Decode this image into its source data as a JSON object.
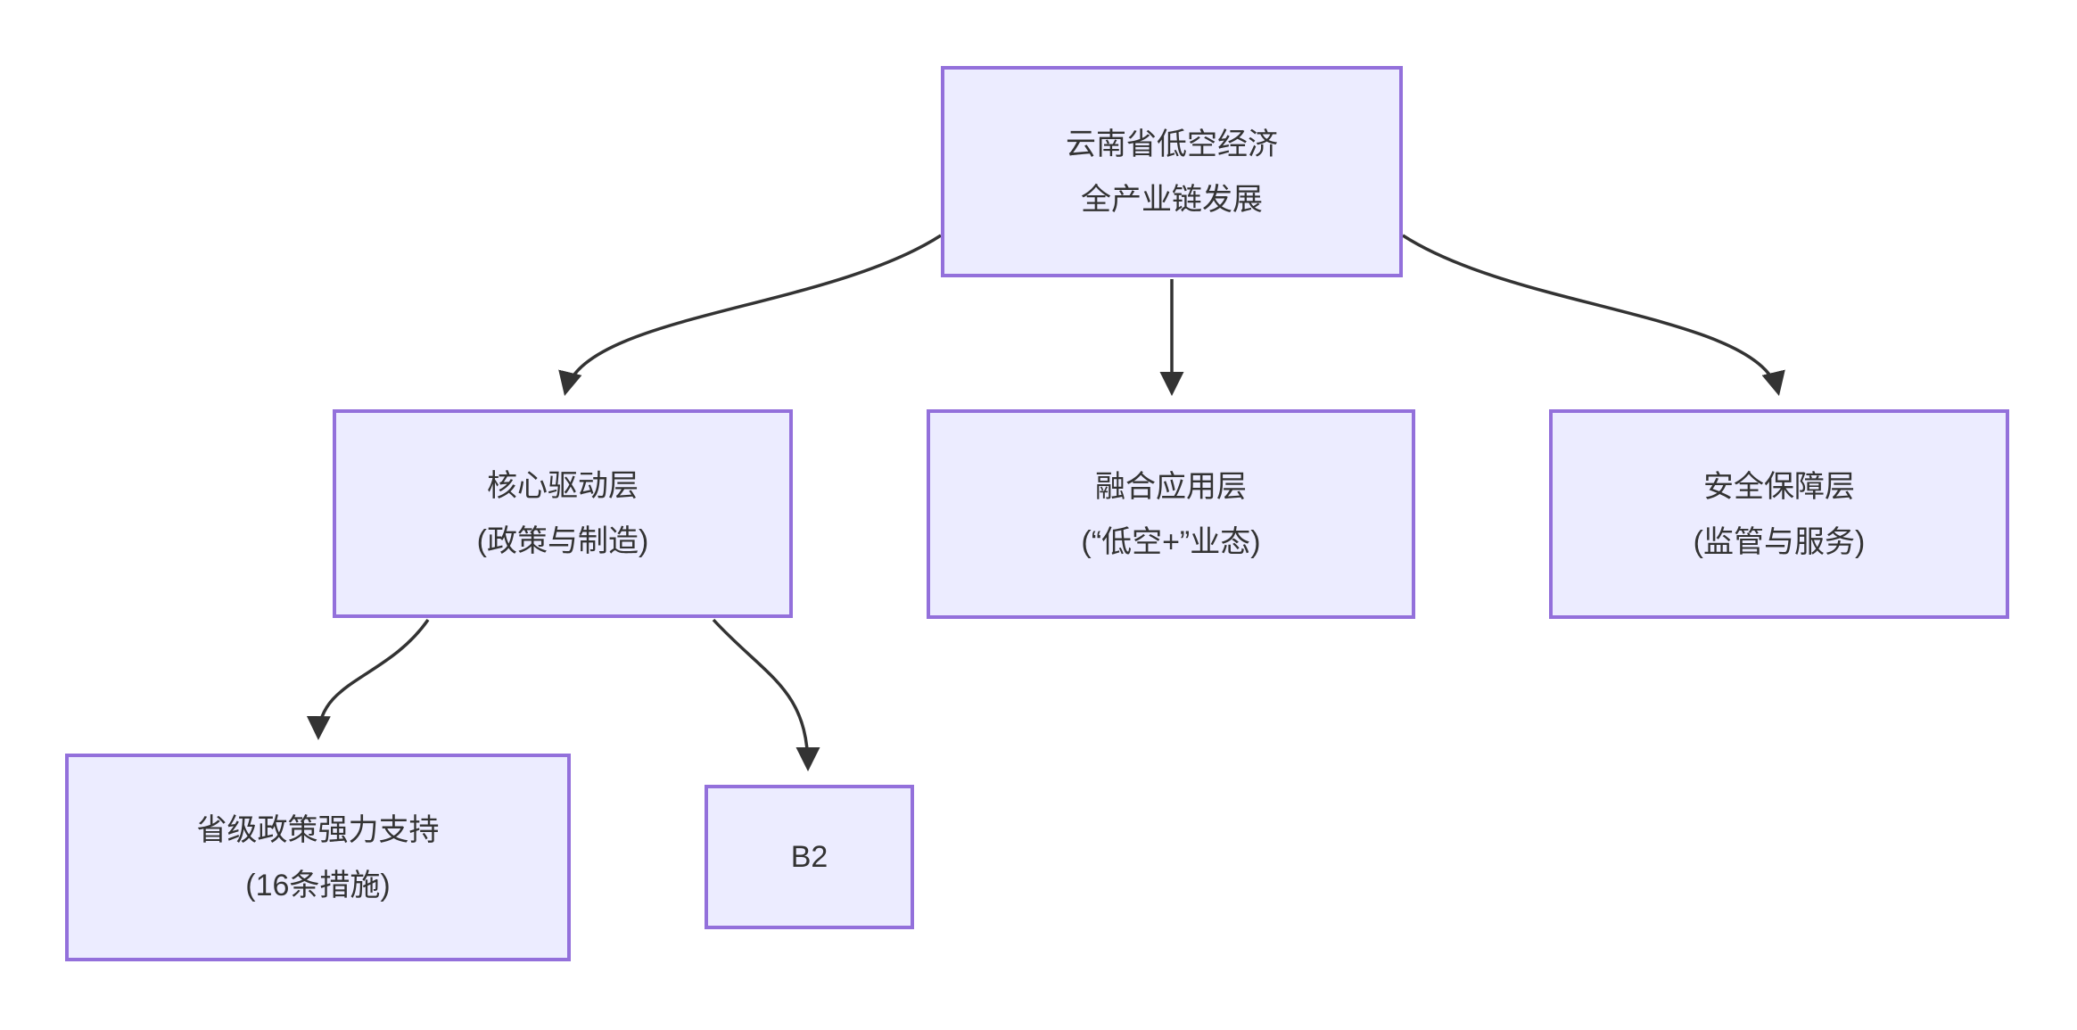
{
  "diagram": {
    "type": "flowchart",
    "direction": "top-down",
    "colors": {
      "page_bg": "#ffffff",
      "node_fill": "#ECECFF",
      "node_border": "#9370DB",
      "edge_color": "#333333",
      "text_color": "#333333"
    },
    "nodes": {
      "root": {
        "line1": "云南省低空经济",
        "line2": "全产业链发展"
      },
      "core": {
        "line1": "核心驱动层",
        "line2": "(政策与制造)"
      },
      "fusion": {
        "line1": "融合应用层",
        "line2": "(“低空+”业态)"
      },
      "safety": {
        "line1": "安全保障层",
        "line2": "(监管与服务)"
      },
      "policy": {
        "line1": "省级政策强力支持",
        "line2": "(16条措施)"
      },
      "b2": {
        "line1": "B2"
      }
    },
    "edges": [
      {
        "from": "root",
        "to": "core"
      },
      {
        "from": "root",
        "to": "fusion"
      },
      {
        "from": "root",
        "to": "safety"
      },
      {
        "from": "core",
        "to": "policy"
      },
      {
        "from": "core",
        "to": "b2"
      }
    ]
  }
}
